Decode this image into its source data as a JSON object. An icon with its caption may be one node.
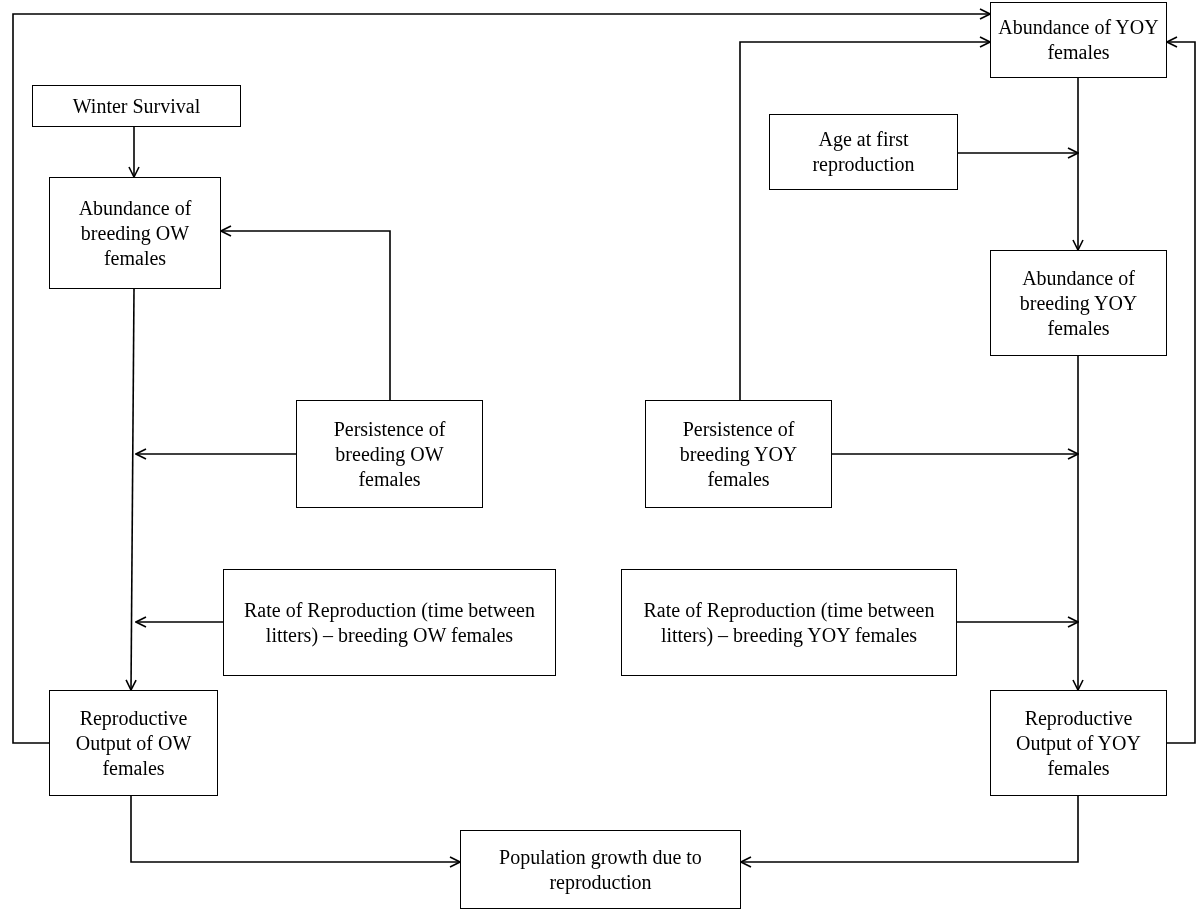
{
  "diagram": {
    "nodes": [
      {
        "text": [
          "Winter Survival"
        ]
      },
      {
        "text": [
          "Abundance of breeding OW females"
        ]
      },
      {
        "text": [
          "Persistence of breeding OW females"
        ]
      },
      {
        "text": [
          "Rate of Reproduction (time between litters) – breeding OW females"
        ]
      },
      {
        "text": [
          "Reproductive Output of OW females"
        ]
      },
      {
        "text": [
          "Abundance of YOY females"
        ]
      },
      {
        "text": [
          "Age at first reproduction"
        ]
      },
      {
        "text": [
          "Abundance of breeding YOY females"
        ]
      },
      {
        "text": [
          "Persistence of breeding YOY females"
        ]
      },
      {
        "text": [
          "Rate of Reproduction (time between litters) – breeding YOY females"
        ]
      },
      {
        "text": [
          "Reproductive Output of YOY females"
        ]
      },
      {
        "text": [
          "Population growth due to reproduction"
        ]
      }
    ],
    "edges": [
      {
        "from": 0,
        "to": 1,
        "arrow": "to"
      },
      {
        "from": 1,
        "to": 4,
        "arrow": "to"
      },
      {
        "from": 2,
        "to": 1,
        "arrow": "to"
      },
      {
        "from": 2,
        "to": null,
        "arrow": "to"
      },
      {
        "from": 3,
        "to": null,
        "arrow": "to"
      },
      {
        "from": 4,
        "to": 5,
        "arrow": "to"
      },
      {
        "from": 4,
        "to": 11,
        "arrow": "to"
      },
      {
        "from": 8,
        "to": 5,
        "arrow": "to"
      },
      {
        "from": 6,
        "to": null,
        "arrow": "to"
      },
      {
        "from": 5,
        "to": 7,
        "arrow": "to"
      },
      {
        "from": 7,
        "to": 10,
        "arrow": "to"
      },
      {
        "from": 8,
        "to": null,
        "arrow": "to"
      },
      {
        "from": 9,
        "to": null,
        "arrow": "to"
      },
      {
        "from": 10,
        "to": 11,
        "arrow": "to"
      },
      {
        "from": 10,
        "to": 5,
        "arrow": "to"
      }
    ]
  }
}
